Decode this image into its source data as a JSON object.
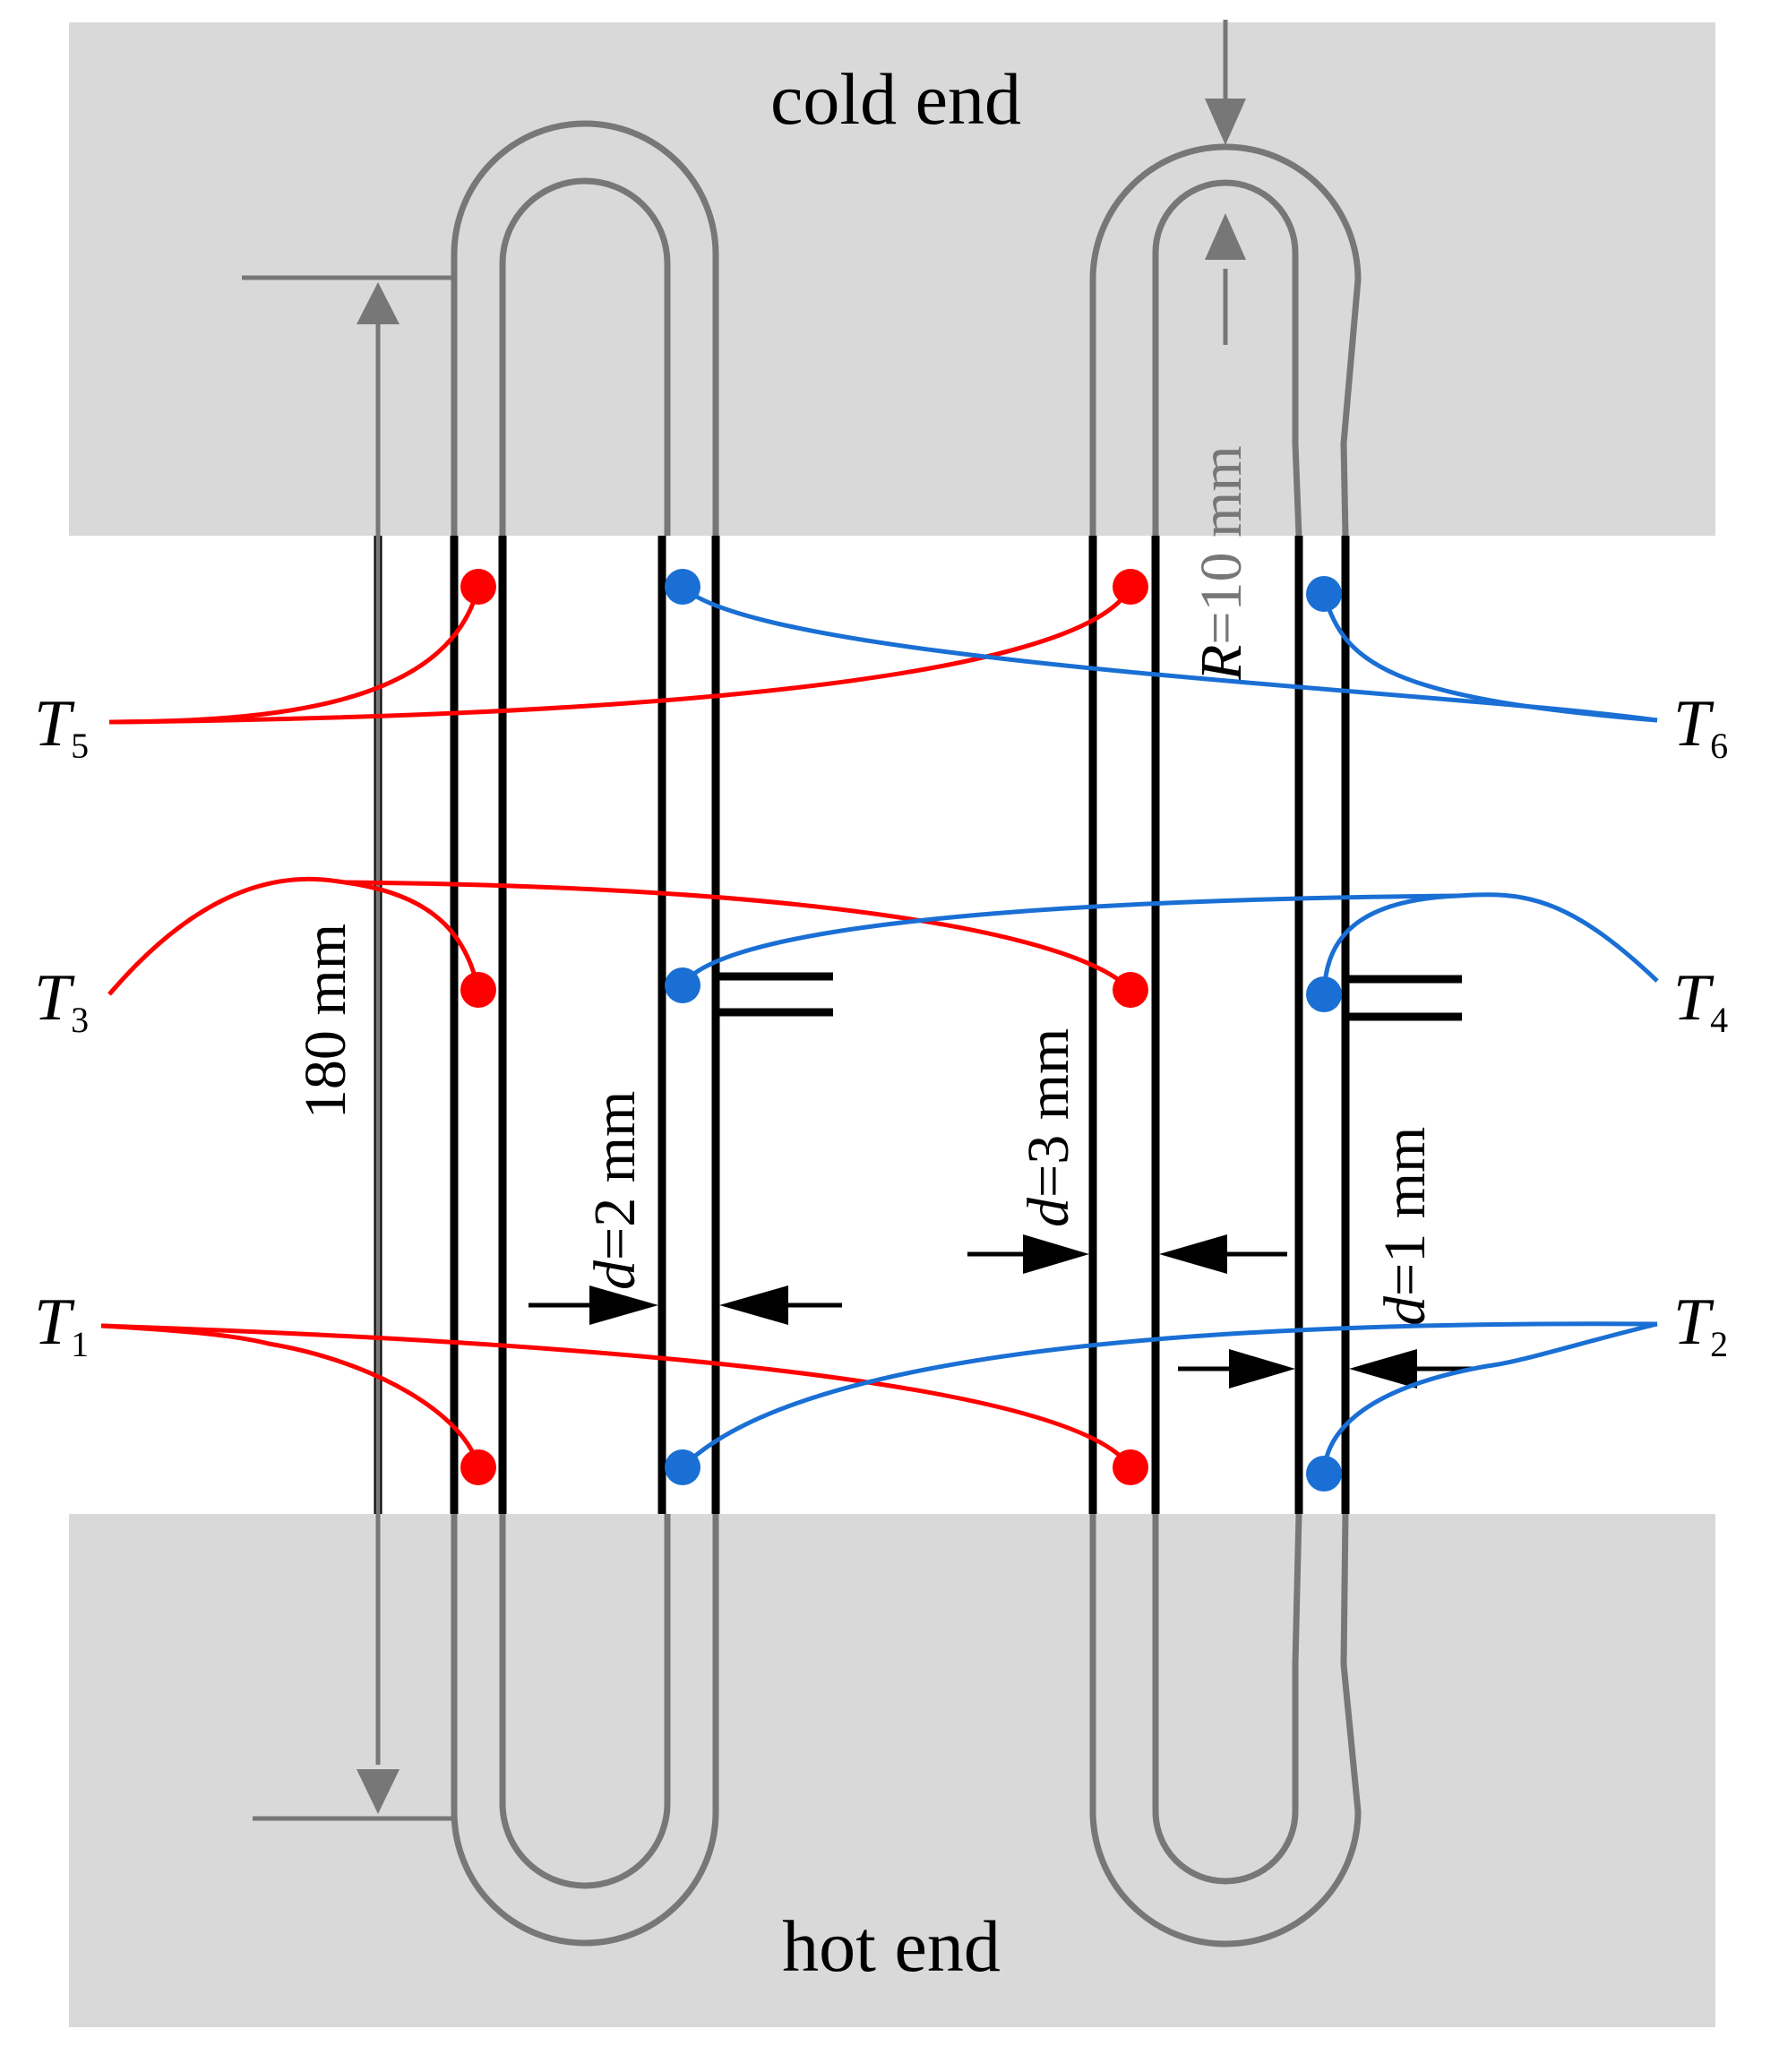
{
  "zones": {
    "cold": "cold end",
    "hot": "hot end"
  },
  "dimensions": {
    "length": "180 mm",
    "radius_var": "R",
    "radius_value": "=10 mm",
    "d_var": "d",
    "gap_left": "=2 mm",
    "gap_mid": "=3 mm",
    "gap_right": "=1 mm"
  },
  "sensors": {
    "t1": {
      "sym": "T",
      "sub": "1"
    },
    "t2": {
      "sym": "T",
      "sub": "2"
    },
    "t3": {
      "sym": "T",
      "sub": "3"
    },
    "t4": {
      "sym": "T",
      "sub": "4"
    },
    "t5": {
      "sym": "T",
      "sub": "5"
    },
    "t6": {
      "sym": "T",
      "sub": "6"
    }
  },
  "colors": {
    "zone_fill": "#d9d9d9",
    "pipe_gray": "#777777",
    "pipe_black": "#000000",
    "red_sensor": "#ff0000",
    "blue_sensor": "#1a6fd4"
  }
}
